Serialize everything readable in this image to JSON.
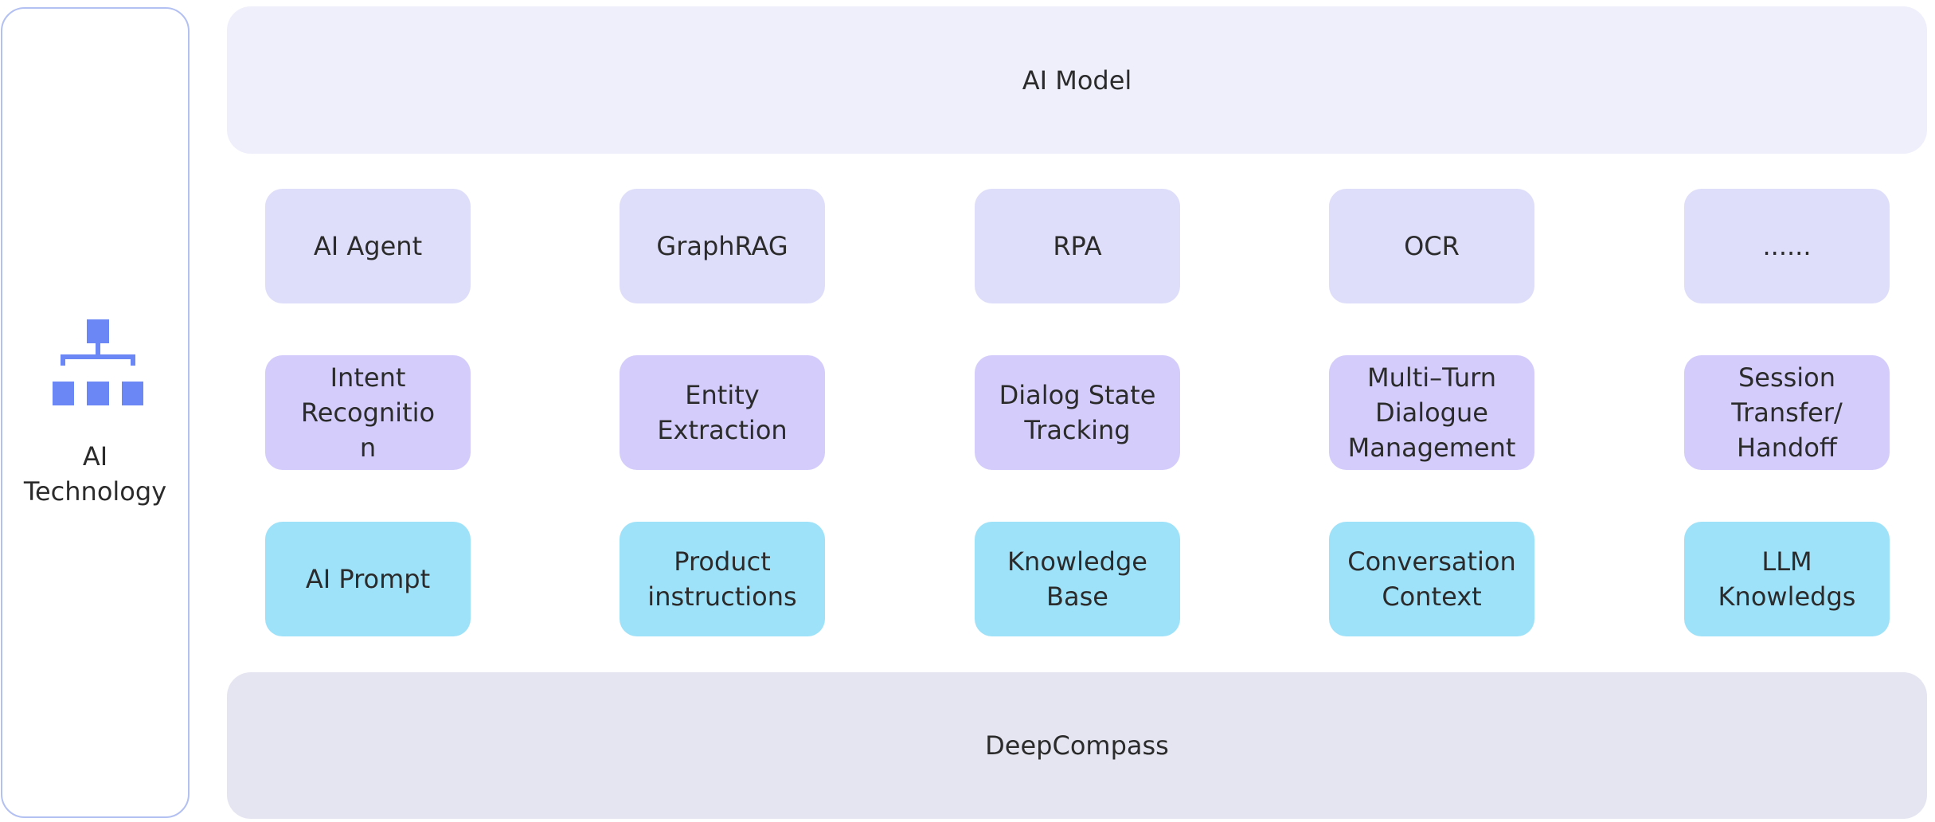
{
  "sidebar": {
    "label": "AI\nTechnology",
    "icon": "hierarchy-icon",
    "icon_color": "#6b86f5",
    "border_color": "#b3c0f2"
  },
  "top_band": {
    "label": "AI Model",
    "color": "#efeffc"
  },
  "rows": [
    {
      "color": "#dedefa",
      "items": [
        "AI Agent",
        "GraphRAG",
        "RPA",
        "OCR",
        "......"
      ]
    },
    {
      "color": "#d4ccfa",
      "items": [
        "Intent\nRecognitio\nn",
        "Entity\nExtraction",
        "Dialog State\nTracking",
        "Multi–Turn\nDialogue\nManagement",
        "Session\nTransfer/\nHandoff"
      ]
    },
    {
      "color": "#9ee2fa",
      "items": [
        "AI Prompt",
        "Product\ninstructions",
        "Knowledge\nBase",
        "Conversation\nContext",
        "LLM\nKnowledgs"
      ]
    }
  ],
  "bottom_band": {
    "label": "DeepCompass",
    "color": "#e5e5f1"
  }
}
